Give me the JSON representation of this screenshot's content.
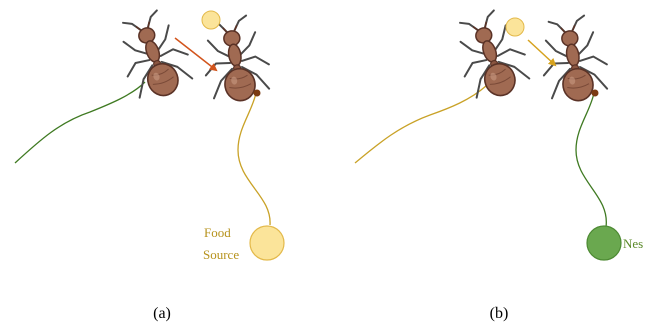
{
  "panels": [
    {
      "caption": "(a)",
      "target_label_line1": "Food",
      "target_label_line2": "Source"
    },
    {
      "caption": "(b)",
      "target_label_line1": "Nes"
    }
  ],
  "colors": {
    "ant_body": "#a06a52",
    "ant_body_dark": "#5a3226",
    "ant_legs": "#4a4a4a",
    "trail_green": "#3f7a22",
    "trail_gold": "#c9a227",
    "food": "#fbe49a",
    "food_stroke": "#e3b94a",
    "nest": "#6aa84f",
    "nest_stroke": "#4d8a33",
    "arrow_red": "#d2541c",
    "arrow_gold": "#d6a21e",
    "label_gold": "#b7931d",
    "label_green": "#5b8a2a"
  },
  "icons": [
    "ant-icon",
    "food-source-icon",
    "nest-icon",
    "pheromone-dot-icon"
  ]
}
